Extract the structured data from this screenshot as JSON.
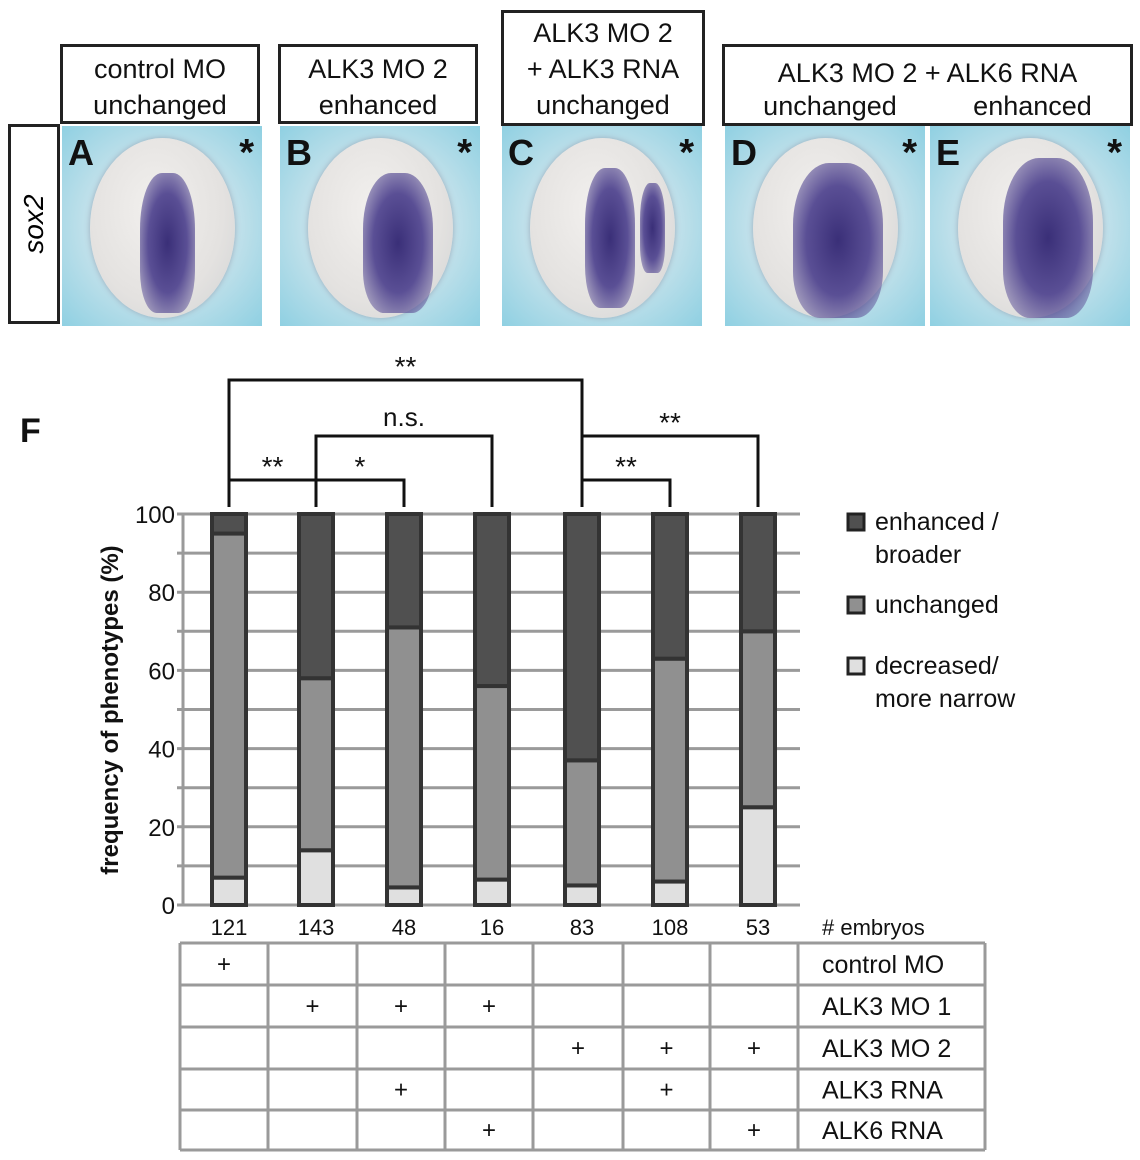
{
  "panels": {
    "row_label": "sox2",
    "labels": [
      {
        "line1": "control MO",
        "line2": "unchanged"
      },
      {
        "line1": "ALK3 MO 2",
        "line2": "enhanced"
      },
      {
        "line1": "ALK3 MO 2",
        "line2": "+ ALK3 RNA",
        "line3": "unchanged"
      },
      {
        "line1": "ALK3 MO 2 + ALK6 RNA",
        "line2a": "unchanged",
        "line2b": "enhanced"
      }
    ],
    "images": [
      {
        "letter": "A",
        "mark": "*"
      },
      {
        "letter": "B",
        "mark": "*"
      },
      {
        "letter": "C",
        "mark": "*"
      },
      {
        "letter": "D",
        "mark": "*"
      },
      {
        "letter": "E",
        "mark": "*"
      }
    ]
  },
  "chart_data": {
    "type": "bar",
    "stacked": true,
    "panel_letter": "F",
    "ylabel": "frequency of phenotypes (%)",
    "ylim": [
      0,
      100
    ],
    "yticks": [
      "0",
      "20",
      "40",
      "60",
      "80",
      "100"
    ],
    "grid": true,
    "counts_label": "# embryos",
    "categories": [
      "121",
      "143",
      "48",
      "16",
      "83",
      "108",
      "53"
    ],
    "series": [
      {
        "name": "decreased/ more narrow",
        "legend": [
          "decreased/",
          "more narrow"
        ],
        "color": "#e0e0e0",
        "values": [
          7,
          14,
          4.5,
          6.5,
          5,
          6,
          25
        ]
      },
      {
        "name": "unchanged",
        "legend": [
          "unchanged"
        ],
        "color": "#909090",
        "values": [
          88,
          44,
          66.5,
          49.5,
          32,
          57,
          45
        ]
      },
      {
        "name": "enhanced / broader",
        "legend": [
          "enhanced /",
          "broader"
        ],
        "color": "#505050",
        "values": [
          5,
          42,
          29,
          44,
          63,
          37,
          30
        ]
      }
    ],
    "legend_position": "right",
    "significance": [
      {
        "from": 0,
        "to": 4,
        "level": 0,
        "label": "**"
      },
      {
        "from": 1,
        "to": 3,
        "level": 1,
        "label": "n.s."
      },
      {
        "from": 4,
        "to": 6,
        "level": 1,
        "label": "**"
      },
      {
        "from": 0,
        "to": 1,
        "level": 2,
        "label": "**"
      },
      {
        "from": 1,
        "to": 2,
        "level": 2,
        "label": "*"
      },
      {
        "from": 4,
        "to": 5,
        "level": 2,
        "label": "**"
      }
    ],
    "conditions": [
      {
        "name": "control MO",
        "marks": [
          "+",
          "",
          "",
          "",
          "",
          "",
          ""
        ]
      },
      {
        "name": "ALK3 MO 1",
        "marks": [
          "",
          "+",
          "+",
          "+",
          "",
          "",
          ""
        ]
      },
      {
        "name": "ALK3 MO 2",
        "marks": [
          "",
          "",
          "",
          "",
          "+",
          "+",
          "+"
        ]
      },
      {
        "name": "ALK3 RNA",
        "marks": [
          "",
          "",
          "+",
          "",
          "",
          "+",
          ""
        ]
      },
      {
        "name": "ALK6 RNA",
        "marks": [
          "",
          "",
          "",
          "+",
          "",
          "",
          "+"
        ]
      }
    ]
  }
}
